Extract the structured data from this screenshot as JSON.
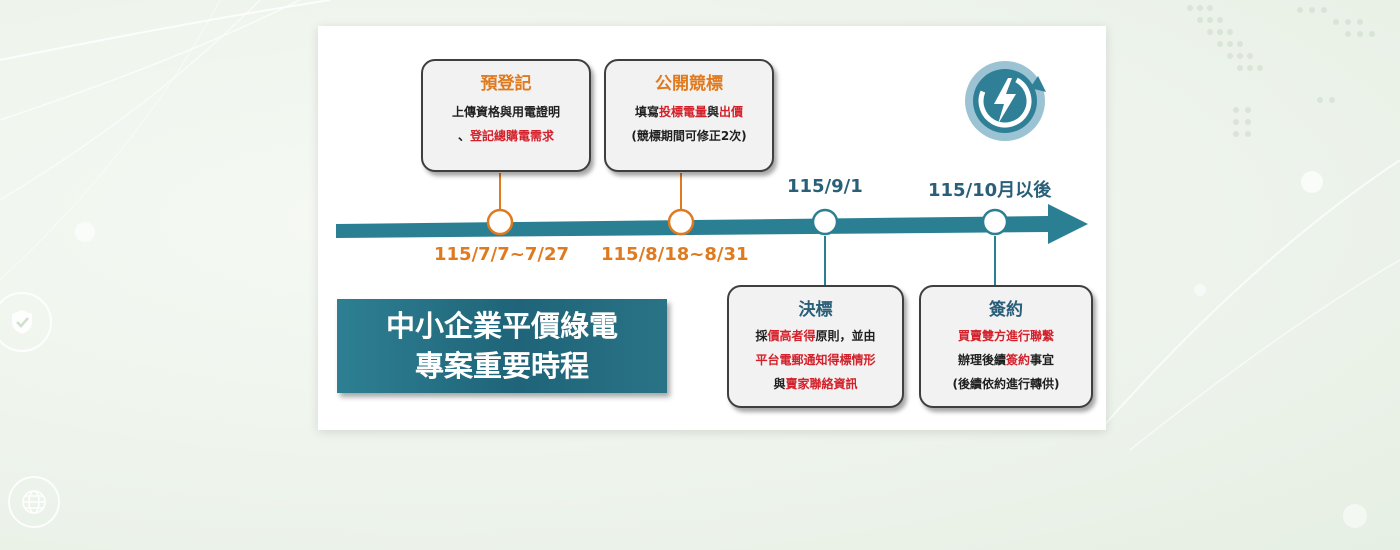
{
  "banner": {
    "line1": "中小企業平價綠電",
    "line2": "專案重要時程"
  },
  "colors": {
    "axis": "#2a7f93",
    "stage_upper": "#e07a1f",
    "stage_lower": "#2a5f7a",
    "highlight": "#d4202a"
  },
  "icons": [
    "shield-icon",
    "globe-icon",
    "power-bolt-icon"
  ],
  "milestones": [
    {
      "date": "115/7/7~7/27",
      "title": "預登記",
      "lines": [
        [
          {
            "t": "上傳資格與用電證明",
            "hl": false
          }
        ],
        [
          {
            "t": "、",
            "hl": false
          },
          {
            "t": "登記總購電需求",
            "hl": true
          }
        ]
      ]
    },
    {
      "date": "115/8/18~8/31",
      "title": "公開競標",
      "lines": [
        [
          {
            "t": "填寫",
            "hl": false
          },
          {
            "t": "投標電量",
            "hl": true
          },
          {
            "t": "與",
            "hl": false
          },
          {
            "t": "出價",
            "hl": true
          }
        ],
        [
          {
            "t": "(競標期間可修正2次)",
            "hl": false
          }
        ]
      ]
    },
    {
      "date": "115/9/1",
      "title": "決標",
      "lines": [
        [
          {
            "t": "採",
            "hl": false
          },
          {
            "t": "價高者得",
            "hl": true
          },
          {
            "t": "原則，並由",
            "hl": false
          }
        ],
        [
          {
            "t": "平台電郵通知得標情形",
            "hl": true
          }
        ],
        [
          {
            "t": "與",
            "hl": false
          },
          {
            "t": "賣家聯絡資訊",
            "hl": true
          }
        ]
      ]
    },
    {
      "date": "115/10月以後",
      "title": "簽約",
      "lines": [
        [
          {
            "t": "買賣雙方進行聯繫",
            "hl": true
          }
        ],
        [
          {
            "t": "辦理後續",
            "hl": false
          },
          {
            "t": "簽約",
            "hl": true
          },
          {
            "t": "事宜",
            "hl": false
          }
        ],
        [
          {
            "t": "(後續依約進行轉供)",
            "hl": false
          }
        ]
      ]
    }
  ]
}
